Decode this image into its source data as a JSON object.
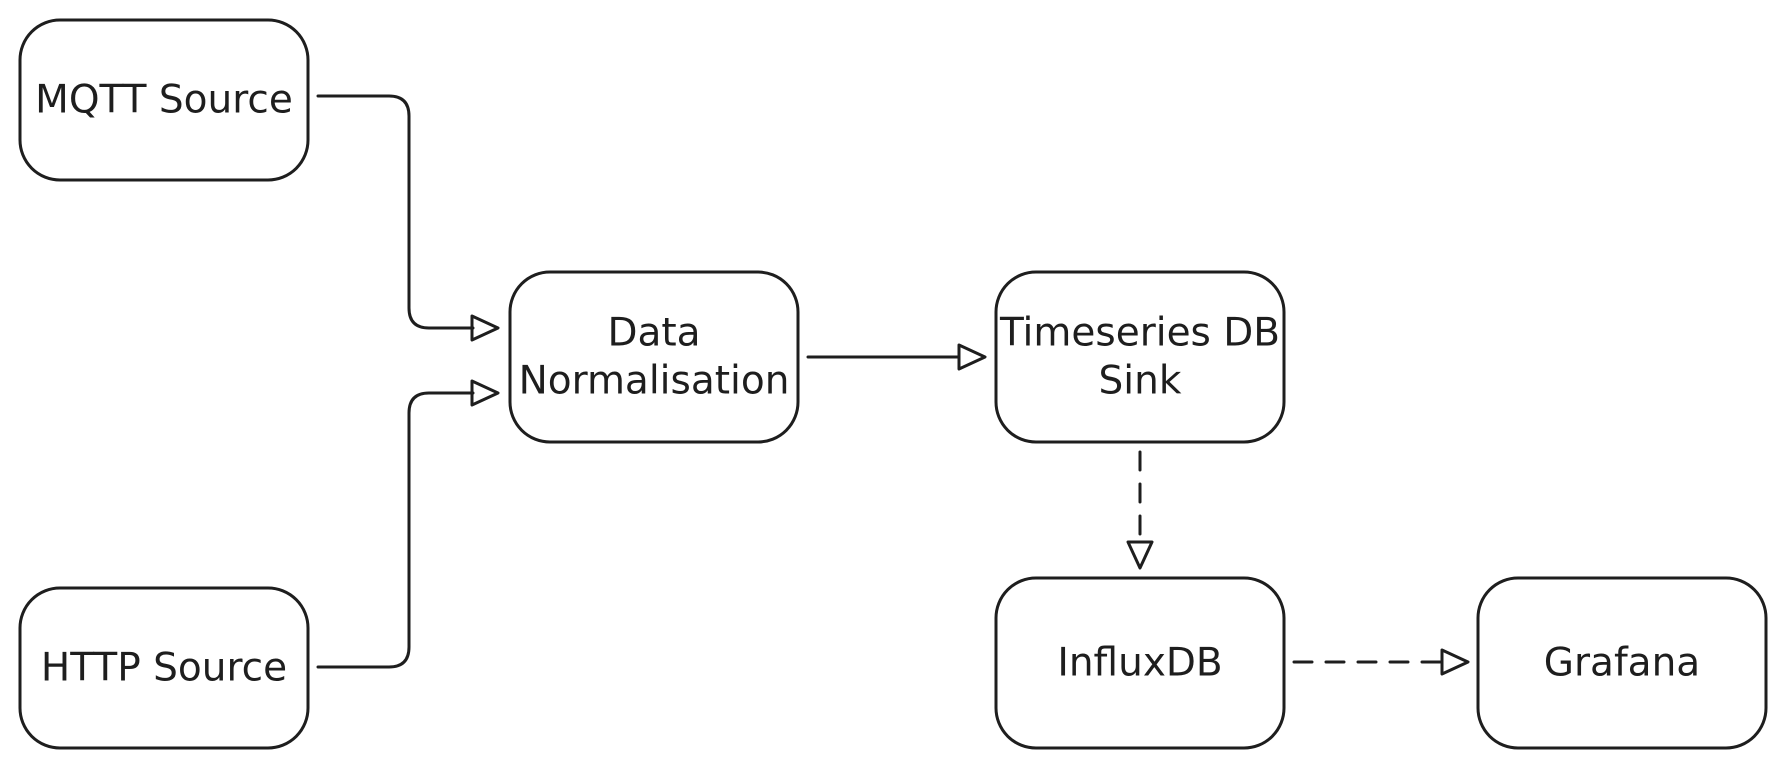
{
  "nodes": [
    {
      "id": "mqtt",
      "lines": [
        "MQTT Source"
      ]
    },
    {
      "id": "http",
      "lines": [
        "HTTP Source"
      ]
    },
    {
      "id": "norm",
      "lines": [
        "Data",
        "Normalisation"
      ]
    },
    {
      "id": "tsdb",
      "lines": [
        "Timeseries DB",
        "Sink"
      ]
    },
    {
      "id": "influx",
      "lines": [
        "InfluxDB"
      ]
    },
    {
      "id": "grafana",
      "lines": [
        "Grafana"
      ]
    }
  ],
  "edges": [
    {
      "from": "mqtt",
      "to": "norm",
      "style": "solid"
    },
    {
      "from": "http",
      "to": "norm",
      "style": "solid"
    },
    {
      "from": "norm",
      "to": "tsdb",
      "style": "solid"
    },
    {
      "from": "tsdb",
      "to": "influx",
      "style": "dashed"
    },
    {
      "from": "influx",
      "to": "grafana",
      "style": "dashed"
    }
  ],
  "colors": {
    "stroke": "#1e1e1e",
    "fill": "#ffffff"
  }
}
